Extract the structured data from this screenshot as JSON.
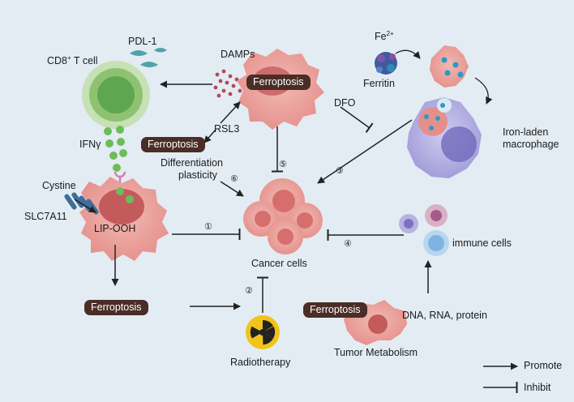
{
  "labels": {
    "pdl1": "PDL-1",
    "cd8_main": "CD8",
    "cd8_sup": "+",
    "cd8_rest": " T cell",
    "damps": "DAMPs",
    "fe_main": "Fe",
    "fe_sup": "2+",
    "ferritin": "Ferritin",
    "dfo": "DFO",
    "iron_laden_1": "Iron-laden",
    "iron_laden_2": "macrophage",
    "ifng": "IFNγ",
    "rsl3": "RSL3",
    "diff_1": "Differentiation",
    "diff_2": "plasticity",
    "cystine": "Cystine",
    "slc7a11": "SLC7A11",
    "lip_ooh": "LIP-OOH",
    "cancer_cells": "Cancer cells",
    "immune_cells": "immune cells",
    "dna_rna": "DNA, RNA, protein",
    "tumor_metabolism": "Tumor Metabolism",
    "radiotherapy": "Radiotherapy",
    "ferroptosis": "Ferroptosis"
  },
  "pathways": [
    "①",
    "②",
    "③",
    "④",
    "⑤",
    "⑥"
  ],
  "legend": {
    "promote": "Promote",
    "inhibit": "Inhibit"
  },
  "colors": {
    "background": "#e3ecf3",
    "ferroptosis_pill": "#4a2d26",
    "cancer_cell": "#e8a3a0",
    "tcell": "#a9cf8f",
    "macrophage": "#b7b3e0"
  }
}
